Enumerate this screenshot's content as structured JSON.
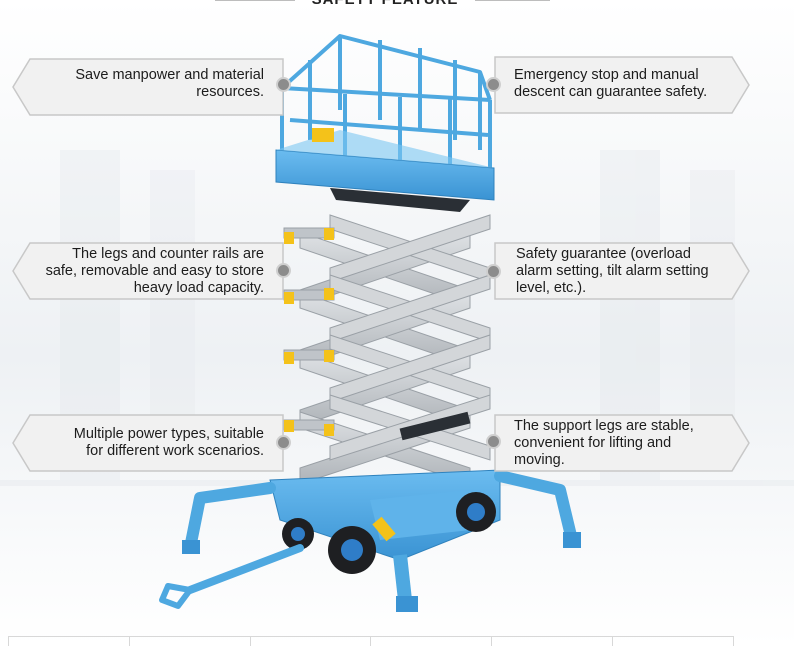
{
  "heading": "SAFETY FEATURE",
  "callouts_left": [
    {
      "lines": [
        "Save manpower and material",
        "resources."
      ]
    },
    {
      "lines": [
        "The legs and counter rails are",
        "safe, removable and easy to store",
        "heavy load capacity."
      ]
    },
    {
      "lines": [
        "Multiple power types, suitable",
        "for different work scenarios."
      ]
    }
  ],
  "callouts_right": [
    {
      "lines": [
        "Emergency stop and manual",
        "descent can guarantee safety."
      ]
    },
    {
      "lines": [
        "Safety guarantee (overload",
        "alarm setting, tilt alarm setting",
        "level, etc.)."
      ]
    },
    {
      "lines": [
        "The support legs are stable,",
        "convenient for lifting and",
        "moving."
      ]
    }
  ],
  "colors": {
    "lift_blue": "#4ea8e0",
    "lift_blue_dark": "#2f82bd",
    "arm_grey": "#c9cdd1",
    "callout_fill": "#f1f1f1",
    "callout_border": "#c8c8c8",
    "accent_yellow": "#f4c21a"
  }
}
